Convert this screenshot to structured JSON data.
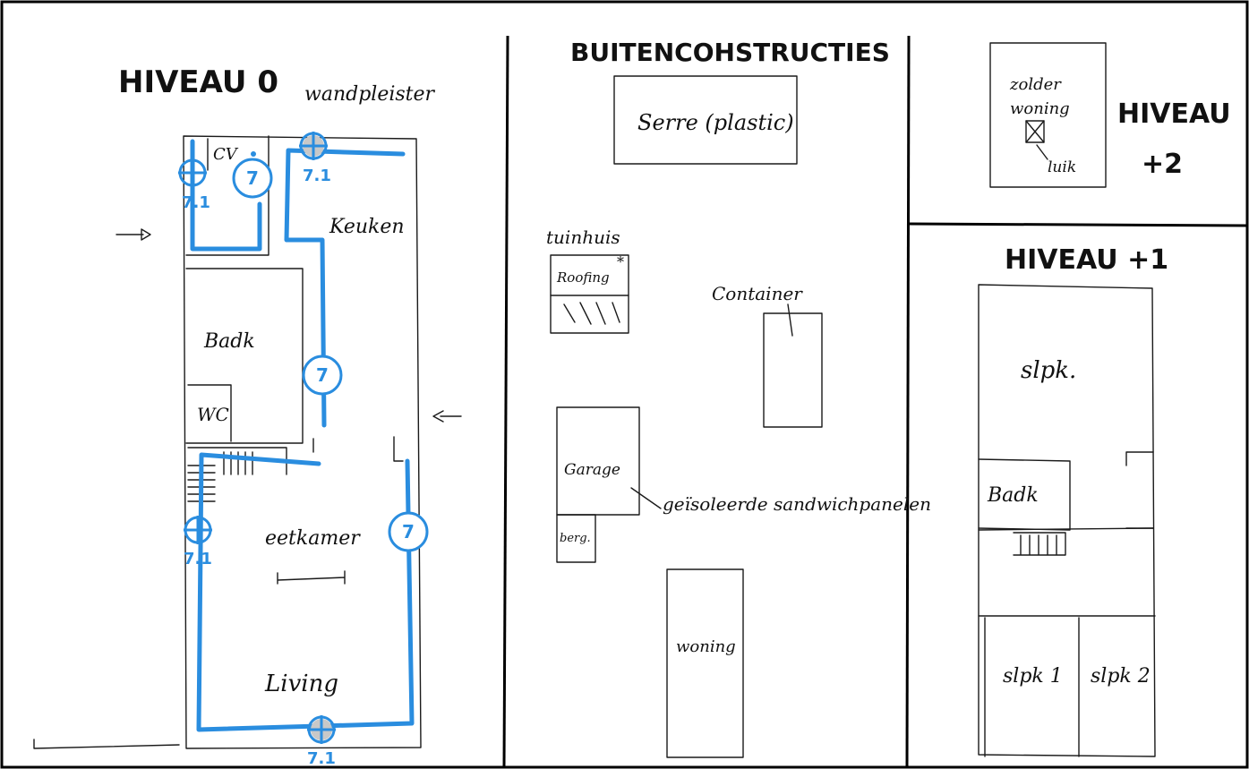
{
  "panels": {
    "niveau0": {
      "title": "HIVEAU 0",
      "rooms": {
        "cv": "CV",
        "keuken": "Keuken",
        "bad": "Badk",
        "wc": "WC",
        "eetkamer": "eetkamer",
        "living": "Living"
      },
      "annotation": "wandpleister",
      "markers": [
        "7",
        "7",
        "7",
        "7.1",
        "7.1",
        "7.1",
        "7.1"
      ]
    },
    "buiten": {
      "title": "BUITENCOHSTRUCTIES",
      "serre": "Serre (plastic)",
      "tuinhuis": "tuinhuis",
      "roofing": "Roofing",
      "container": "Container",
      "garage": "Garage",
      "berging": "berg.",
      "geisoleerde": "geïsoleerde sandwichpanelen",
      "woning": "woning"
    },
    "niveau2": {
      "title_top": "HIVEAU",
      "title_bottom": "+2",
      "zolder": "zolder",
      "woning": "woning",
      "luik": "luik"
    },
    "niveau1": {
      "title": "HIVEAU +1",
      "slpk": "slpk.",
      "badk": "Badk",
      "slpk1": "slpk 1",
      "slpk2": "slpk 2"
    }
  },
  "colors": {
    "route": "#2a8ddf",
    "ink": "#1a1a1a",
    "background": "#ffffff"
  }
}
